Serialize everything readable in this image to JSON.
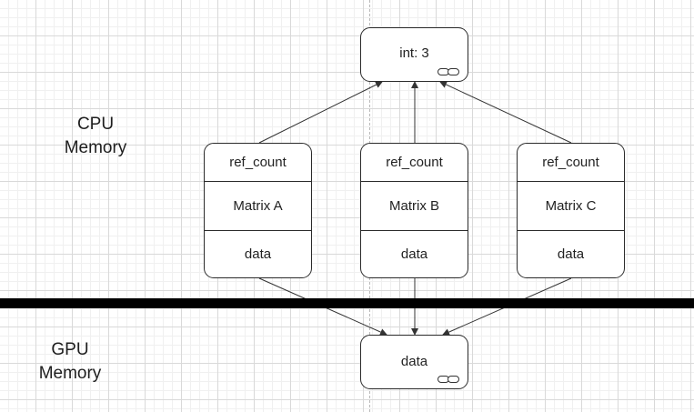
{
  "labels": {
    "cpu": "CPU\nMemory",
    "gpu": "GPU\nMemory"
  },
  "ref_node": {
    "text": "int: 3"
  },
  "matrices": [
    {
      "ref_count": "ref_count",
      "name": "Matrix A",
      "data": "data"
    },
    {
      "ref_count": "ref_count",
      "name": "Matrix B",
      "data": "data"
    },
    {
      "ref_count": "ref_count",
      "name": "Matrix C",
      "data": "data"
    }
  ],
  "gpu_node": {
    "text": "data"
  },
  "colors": {
    "stroke": "#333333",
    "divider": "#000000",
    "grid": "#d9d9d9"
  }
}
